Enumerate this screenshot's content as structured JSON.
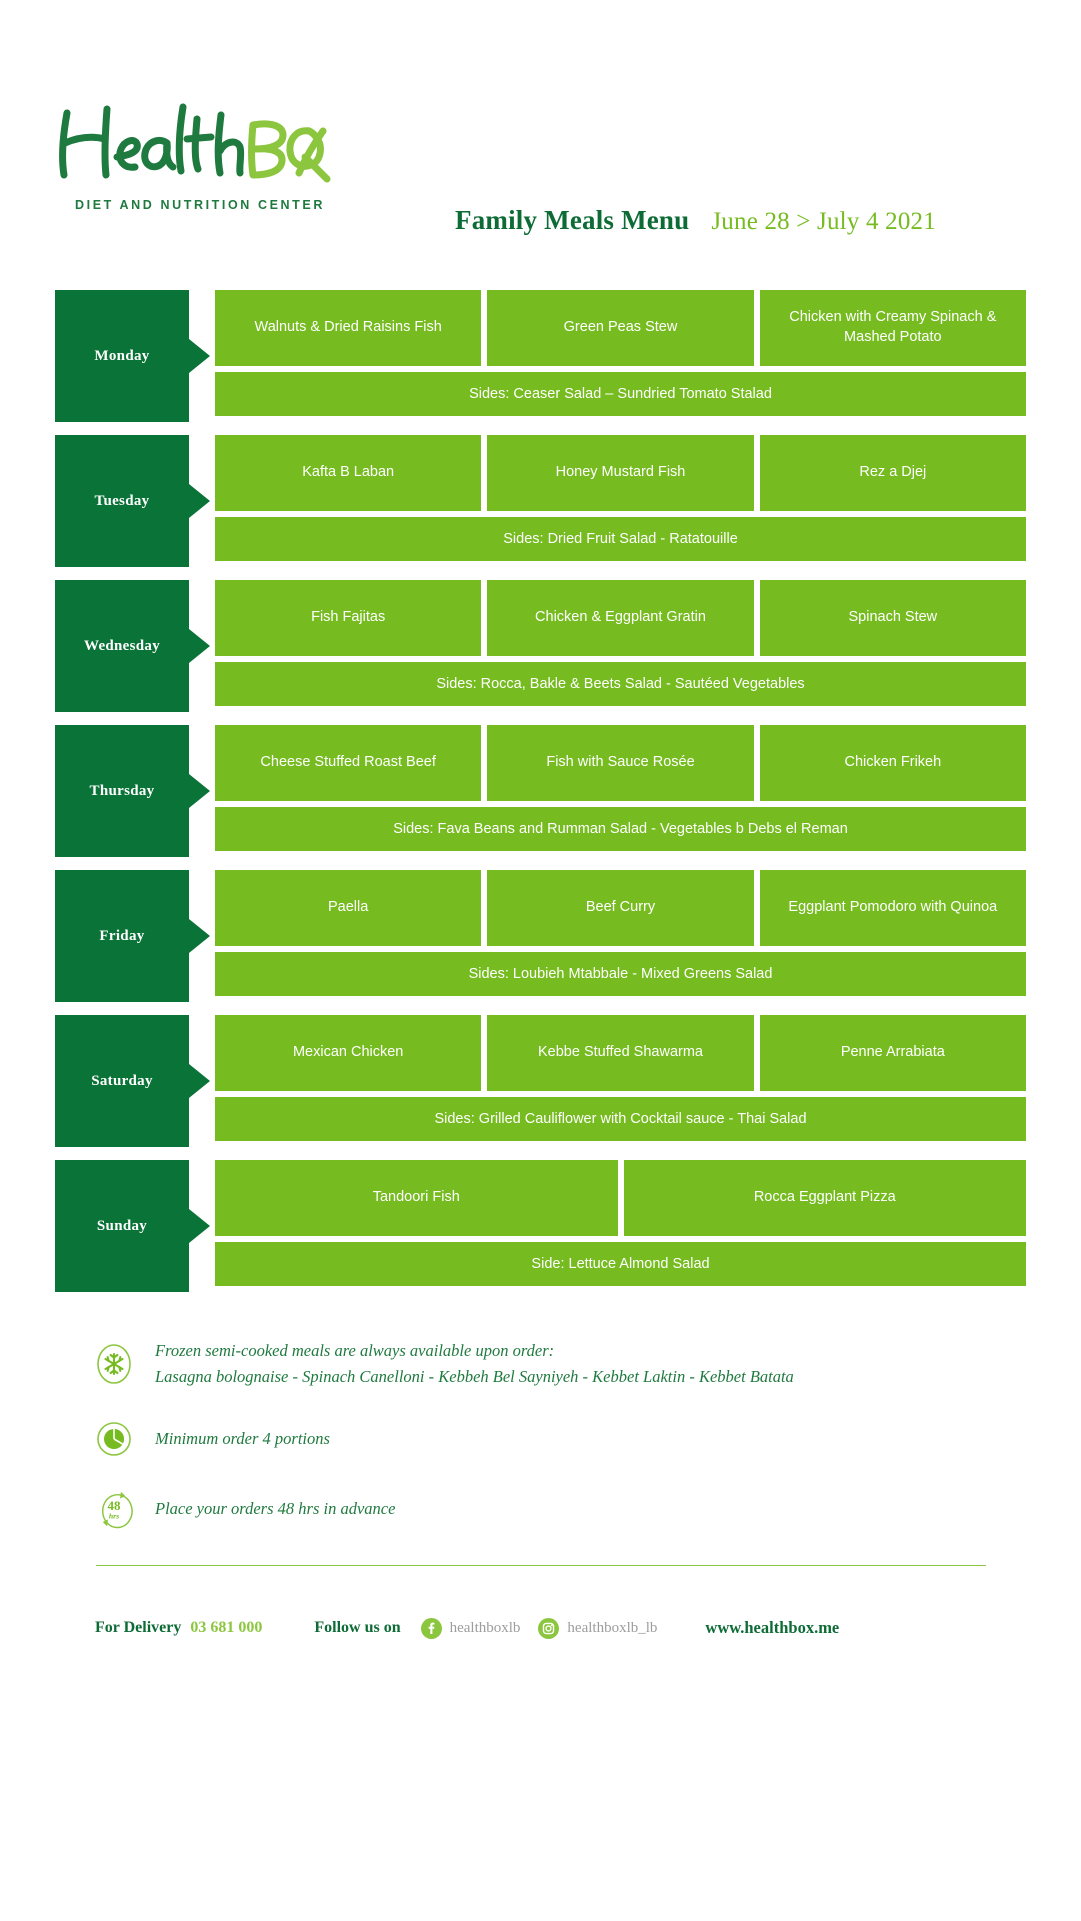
{
  "brand": {
    "name_dark": "Health",
    "name_light": "Box",
    "tagline": "DIET AND NUTRITION CENTER",
    "color_dark_green": "#1f7a3f",
    "color_light_green": "#8cc63f"
  },
  "header": {
    "title": "Family Meals Menu",
    "dates": "June 28 > July 4 2021"
  },
  "theme": {
    "day_tab_green": "#0a7337",
    "meal_box_green": "#76bc21",
    "title_green": "#0d6b36",
    "accent_green": "#8cc63f"
  },
  "days": [
    {
      "label": "Monday",
      "meals": [
        "Walnuts & Dried Raisins Fish",
        "Green Peas Stew",
        "Chicken with Creamy Spinach & Mashed Potato"
      ],
      "sides": "Sides: Ceaser Salad – Sundried Tomato Stalad"
    },
    {
      "label": "Tuesday",
      "meals": [
        "Kafta B Laban",
        "Honey Mustard Fish",
        "Rez a Djej"
      ],
      "sides": "Sides: Dried Fruit Salad - Ratatouille"
    },
    {
      "label": "Wednesday",
      "meals": [
        "Fish Fajitas",
        "Chicken & Eggplant Gratin",
        "Spinach Stew"
      ],
      "sides": "Sides:  Rocca, Bakle & Beets Salad - Sautéed Vegetables"
    },
    {
      "label": "Thursday",
      "meals": [
        "Cheese Stuffed Roast Beef",
        "Fish with Sauce Rosée",
        "Chicken Frikeh"
      ],
      "sides": "Sides: Fava Beans and Rumman Salad - Vegetables b Debs el Reman"
    },
    {
      "label": "Friday",
      "meals": [
        "Paella",
        "Beef Curry",
        "Eggplant Pomodoro with Quinoa"
      ],
      "sides": "Sides: Loubieh Mtabbale - Mixed Greens Salad"
    },
    {
      "label": "Saturday",
      "meals": [
        "Mexican Chicken",
        "Kebbe Stuffed Shawarma",
        "Penne Arrabiata"
      ],
      "sides": "Sides: Grilled Cauliflower with Cocktail sauce - Thai Salad"
    },
    {
      "label": "Sunday",
      "meals": [
        "Tandoori Fish",
        "Rocca Eggplant Pizza"
      ],
      "sides": "Side: Lettuce Almond Salad"
    }
  ],
  "notes": [
    {
      "icon": "snowflake-icon",
      "line1": "Frozen semi-cooked meals are always available upon order:",
      "line2": "Lasagna bolognaise - Spinach Canelloni - Kebbeh Bel Sayniyeh - Kebbet Laktin - Kebbet Batata"
    },
    {
      "icon": "pie-chart-icon",
      "line1": "Minimum order 4 portions",
      "line2": ""
    },
    {
      "icon": "48-hours-icon",
      "line1": "Place your orders 48 hrs in advance",
      "line2": "",
      "icon_big_text": "48",
      "icon_small_text": "hrs"
    }
  ],
  "footer": {
    "delivery_label": "For Delivery",
    "delivery_number": "03 681 000",
    "follow_label": "Follow us on",
    "facebook_handle": "healthboxlb",
    "instagram_handle": "healthboxlb_lb",
    "website": "www.healthbox.me"
  }
}
